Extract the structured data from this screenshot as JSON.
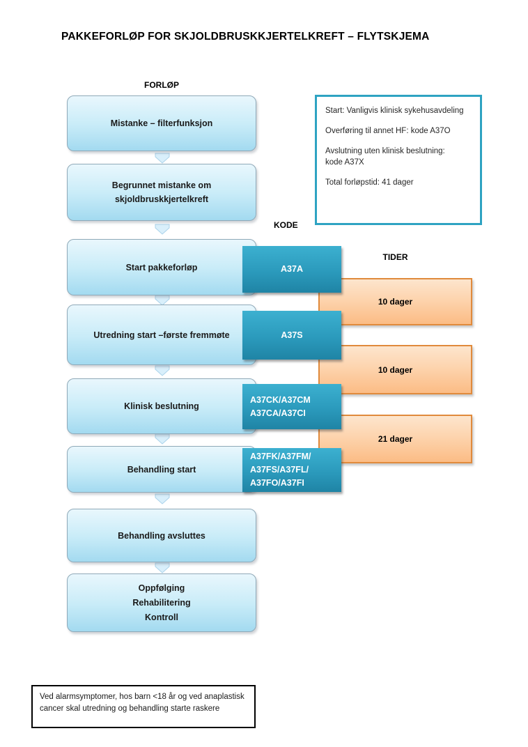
{
  "title": "PAKKEFORLØP FOR SKJOLDBRUSKKJERTELKREFT – FLYTSKJEMA",
  "labels": {
    "forlop": "FORLØP",
    "kode": "KODE",
    "tider": "TIDER"
  },
  "flow_steps": [
    {
      "label": "Mistanke – filterfunksjon"
    },
    {
      "label": "Begrunnet mistanke om\nskjoldbruskkjertelkreft"
    },
    {
      "label": "Start pakkeforløp"
    },
    {
      "label": "Utredning start –første fremmøte"
    },
    {
      "label": "Klinisk beslutning"
    },
    {
      "label": "Behandling start"
    },
    {
      "label": "Behandling avsluttes"
    },
    {
      "label": "Oppfølging\nRehabilitering\nKontroll"
    }
  ],
  "code_boxes": [
    {
      "label": "A37A"
    },
    {
      "label": "A37S"
    },
    {
      "label": "A37CK/A37CM\nA37CA/A37CI"
    },
    {
      "label": "A37FK/A37FM/\nA37FS/A37FL/\nA37FO/A37FI"
    }
  ],
  "timing_boxes": [
    {
      "label": "10 dager"
    },
    {
      "label": "10 dager"
    },
    {
      "label": "21 dager"
    }
  ],
  "info_box": {
    "lines": [
      "Start: Vanligvis klinisk sykehusavdeling",
      "Overføring til annet HF: kode A37O",
      "Avslutning uten klinisk beslutning:\nkode A37X",
      "Total forløpstid: 41 dager"
    ]
  },
  "note_box": {
    "text": "Ved alarmsymptomer, hos barn <18 år og ved anaplastisk cancer skal utredning og behandling starte raskere"
  },
  "colors": {
    "flow_box_fill_top": "#e9f7fd",
    "flow_box_fill_bottom": "#a3daf0",
    "code_box_teal_top": "#3cb0d0",
    "code_box_teal_bottom": "#1f84a5",
    "timing_box_fill": "#fbbc85",
    "timing_box_border": "#e08a3c",
    "info_box_border": "#2ea3c2",
    "note_box_border": "#000000"
  }
}
